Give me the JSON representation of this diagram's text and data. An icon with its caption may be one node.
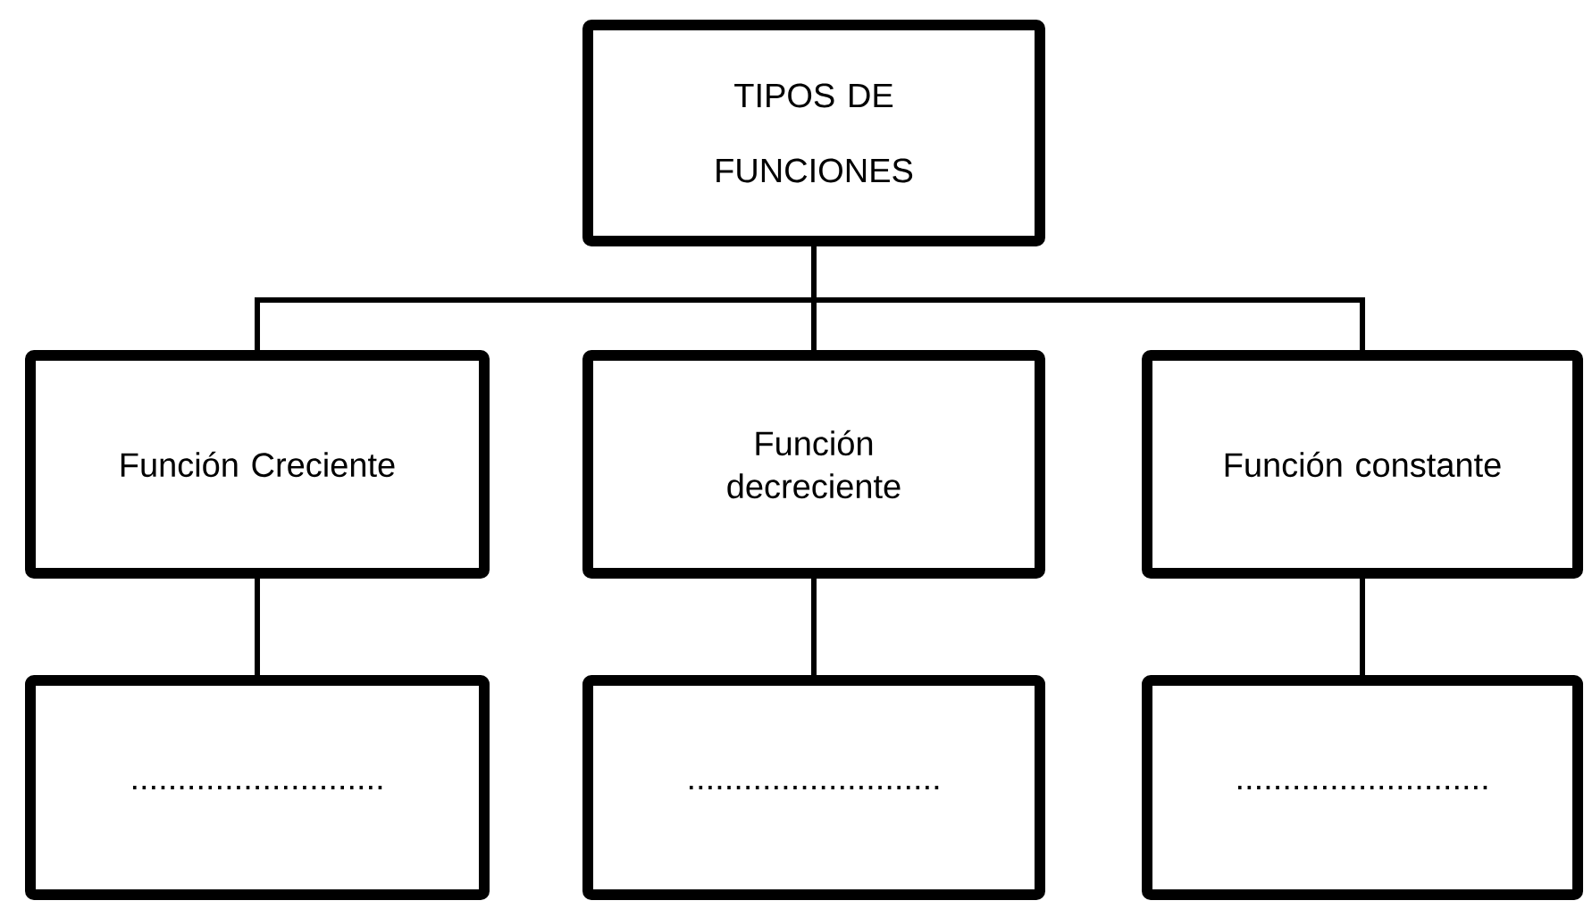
{
  "diagram": {
    "nodes": [
      {
        "text": [
          "TIPOS DE FUNCIONES"
        ]
      },
      {
        "text": [
          "Función Creciente"
        ]
      },
      {
        "text": [
          "Función decreciente"
        ]
      },
      {
        "text": [
          "Función constante"
        ]
      },
      {
        "text": [
          "..........................."
        ]
      },
      {
        "text": [
          "..........................."
        ]
      },
      {
        "text": [
          "..........................."
        ]
      }
    ],
    "edges": [
      {
        "from": 0,
        "to": 1,
        "arrow": "none"
      },
      {
        "from": 0,
        "to": 2,
        "arrow": "none"
      },
      {
        "from": 0,
        "to": 3,
        "arrow": "none"
      },
      {
        "from": 1,
        "to": 4,
        "arrow": "none"
      },
      {
        "from": 2,
        "to": 5,
        "arrow": "none"
      },
      {
        "from": 3,
        "to": 6,
        "arrow": "none"
      }
    ]
  }
}
